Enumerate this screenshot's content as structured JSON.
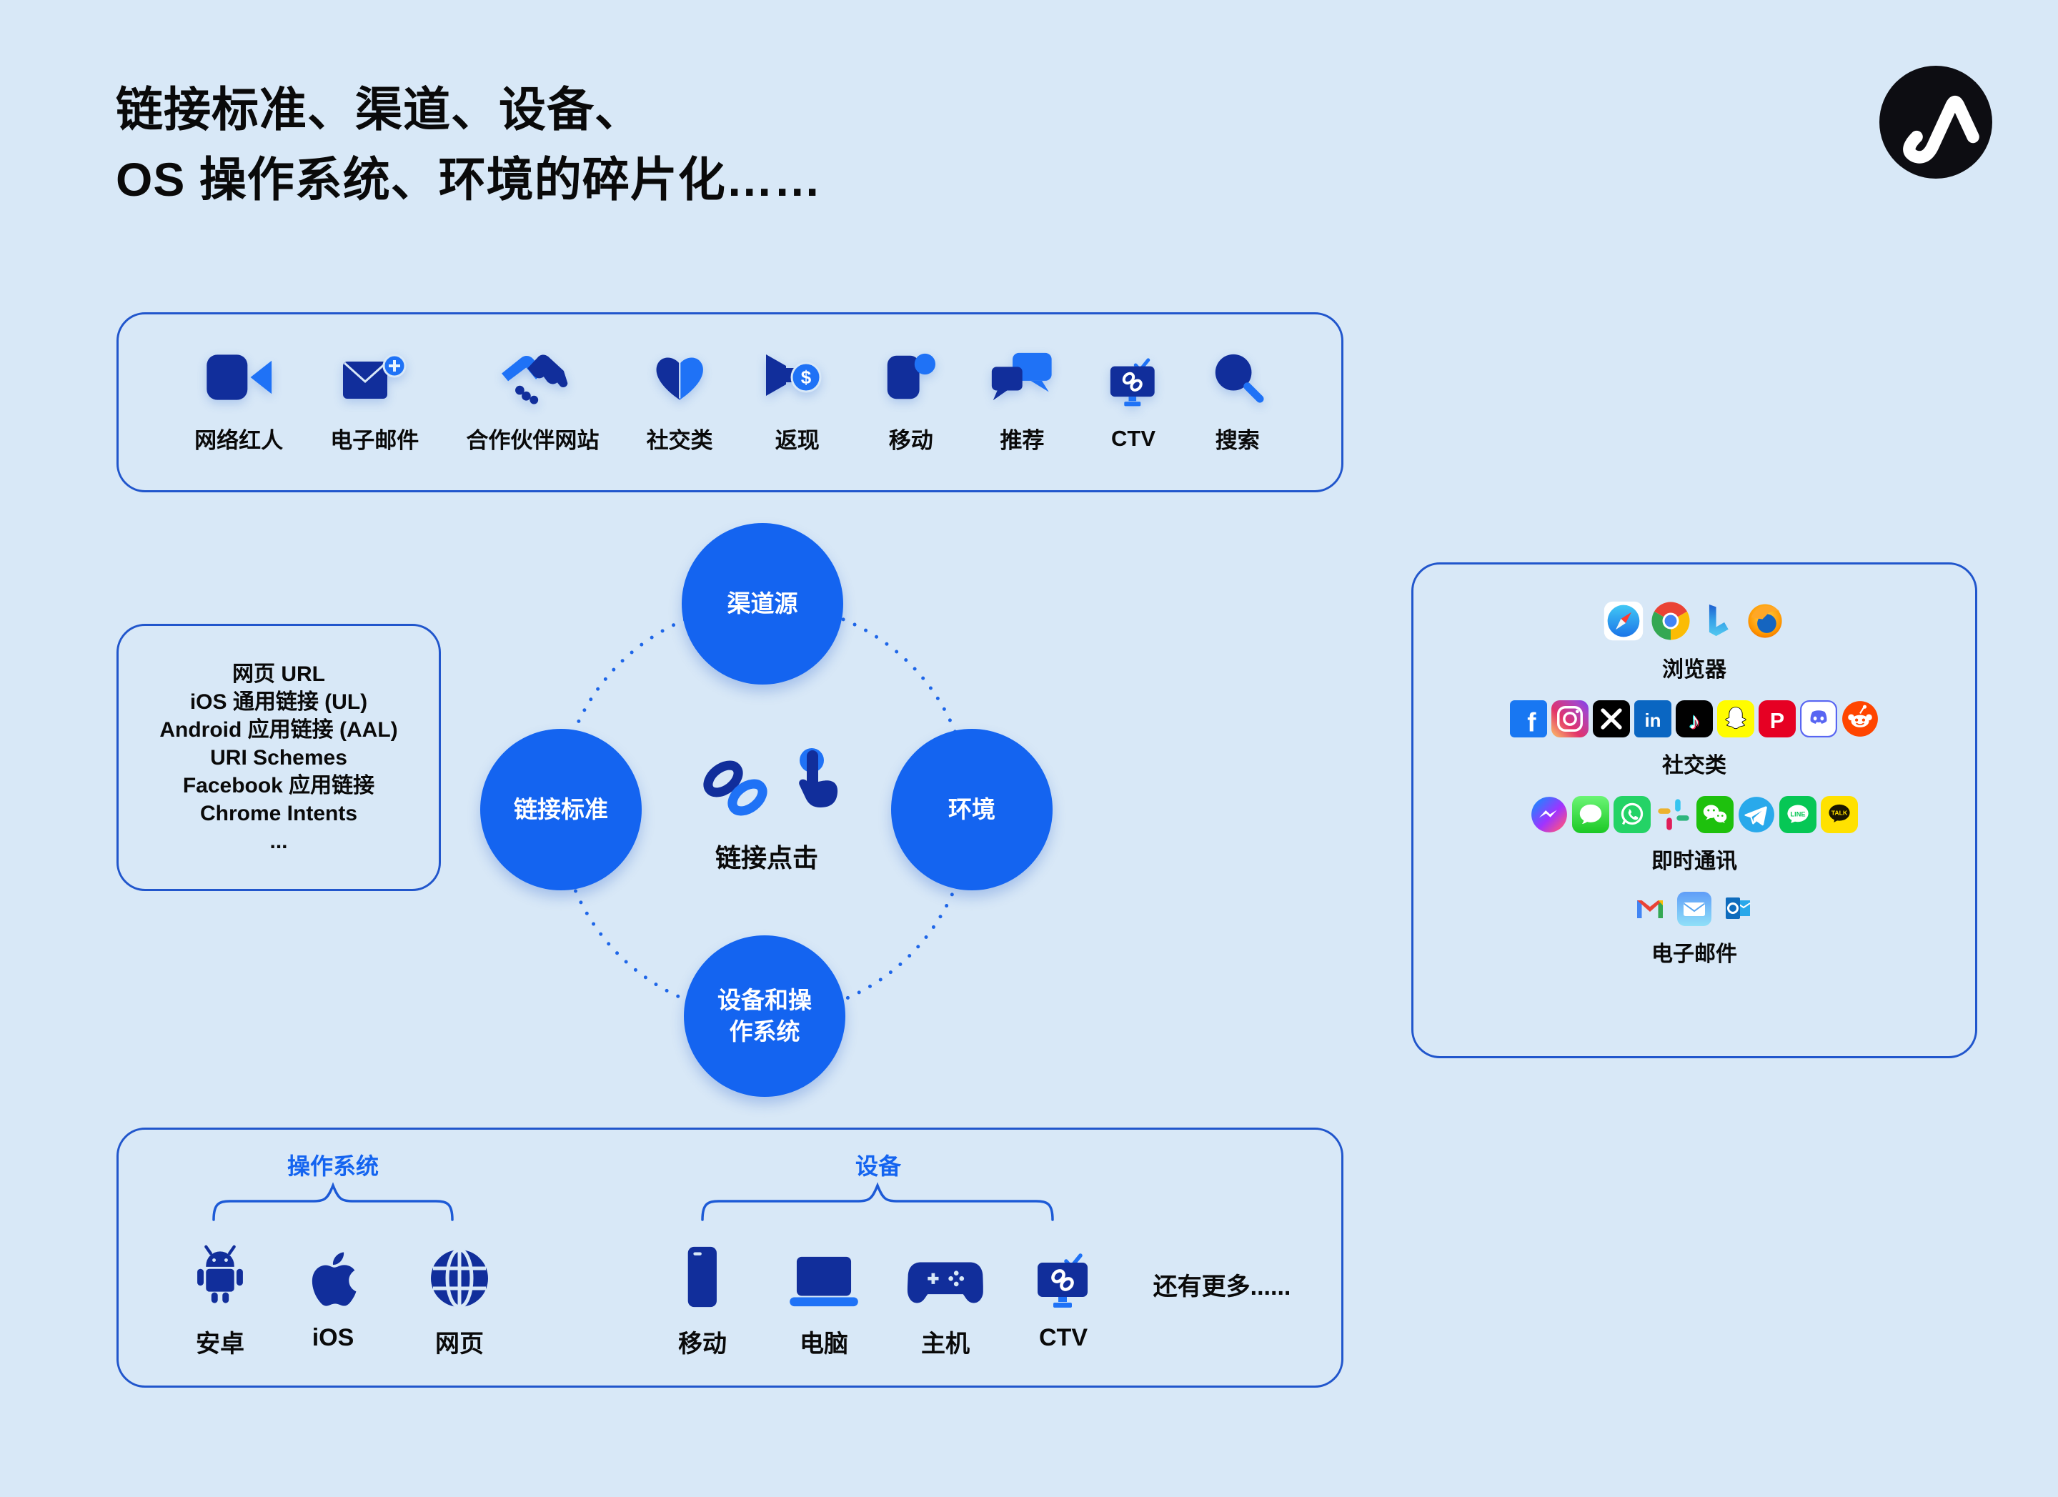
{
  "header": {
    "title_line1": "链接标准、渠道、设备、",
    "title_line2": "OS 操作系统、环境的碎片化……",
    "logo_icon": "appsflyer-logo"
  },
  "colors": {
    "background": "#d8e8f7",
    "box_border": "#2156cc",
    "brand_blue": "#1464f0",
    "navy": "#112e9b",
    "accent_blue": "#1f72f6",
    "text_black": "#0a0a0a"
  },
  "channels_box": {
    "items": [
      {
        "icon": "video-camera-icon",
        "label": "网络红人"
      },
      {
        "icon": "email-plus-icon",
        "label": "电子邮件"
      },
      {
        "icon": "handshake-icon",
        "label": "合作伙伴网站"
      },
      {
        "icon": "heart-icon",
        "label": "社交类"
      },
      {
        "icon": "megaphone-cashback-icon",
        "label": "返现"
      },
      {
        "icon": "mobile-icon",
        "label": "移动"
      },
      {
        "icon": "chat-bubbles-icon",
        "label": "推荐"
      },
      {
        "icon": "ctv-icon",
        "label": "CTV"
      },
      {
        "icon": "search-icon",
        "label": "搜索"
      }
    ]
  },
  "link_standards_box": {
    "lines": [
      "网页 URL",
      "iOS 通用链接 (UL)",
      "Android 应用链接 (AAL)",
      "URI Schemes",
      "Facebook 应用链接",
      "Chrome Intents",
      "..."
    ]
  },
  "cycle_diagram": {
    "top_circle": "渠道源",
    "left_circle": "链接标准",
    "right_circle": "环境",
    "bottom_circle_line1": "设备和操",
    "bottom_circle_line2": "作系统",
    "center_icons": [
      "chain-link-icon",
      "tap-click-icon"
    ],
    "center_label": "链接点击"
  },
  "ecosystem_box": {
    "rows": [
      {
        "label": "浏览器",
        "icons": [
          "safari-icon",
          "chrome-icon",
          "bing-icon",
          "firefox-icon"
        ]
      },
      {
        "label": "社交类",
        "icons": [
          "facebook-icon",
          "instagram-icon",
          "x-icon",
          "linkedin-icon",
          "tiktok-icon",
          "snapchat-icon",
          "pinterest-icon",
          "discord-icon",
          "reddit-icon"
        ]
      },
      {
        "label": "即时通讯",
        "icons": [
          "messenger-icon",
          "imessage-icon",
          "whatsapp-icon",
          "slack-icon",
          "wechat-icon",
          "telegram-icon",
          "line-icon",
          "kakaotalk-icon"
        ]
      },
      {
        "label": "电子邮件",
        "icons": [
          "gmail-icon",
          "apple-mail-icon",
          "outlook-icon"
        ]
      }
    ]
  },
  "platforms_box": {
    "os_group": {
      "label": "操作系统",
      "items": [
        {
          "icon": "android-icon",
          "label": "安卓"
        },
        {
          "icon": "apple-icon",
          "label": "iOS"
        },
        {
          "icon": "globe-icon",
          "label": "网页"
        }
      ]
    },
    "device_group": {
      "label": "设备",
      "items": [
        {
          "icon": "smartphone-icon",
          "label": "移动"
        },
        {
          "icon": "laptop-icon",
          "label": "电脑"
        },
        {
          "icon": "game-controller-icon",
          "label": "主机"
        },
        {
          "icon": "ctv-icon",
          "label": "CTV"
        }
      ]
    },
    "more_text": "还有更多......"
  }
}
